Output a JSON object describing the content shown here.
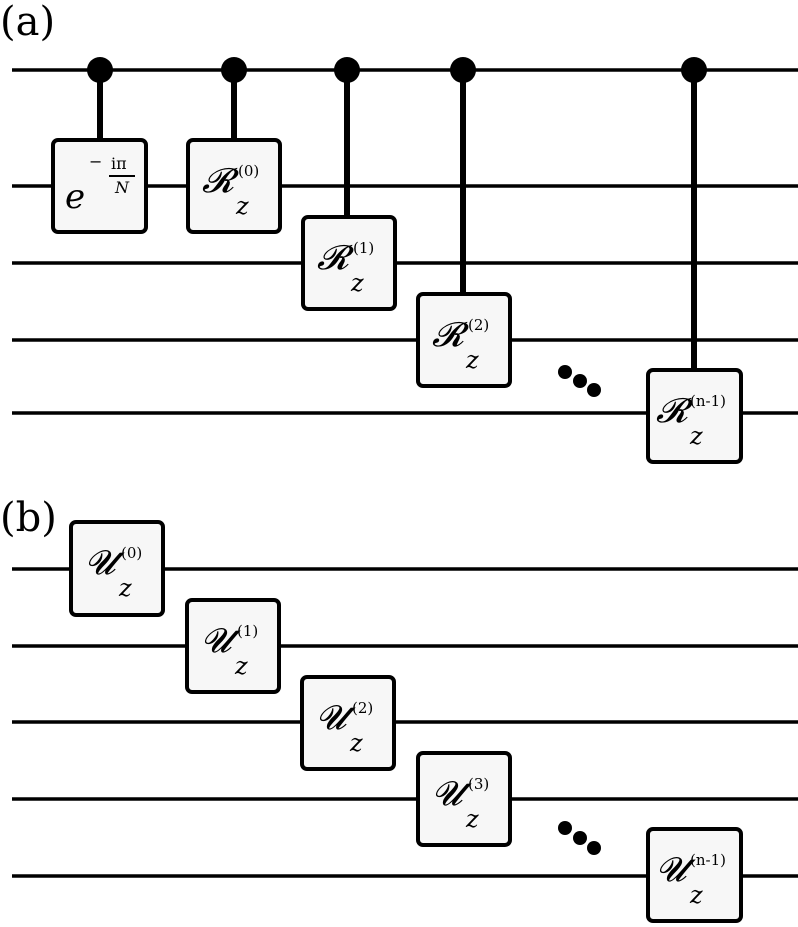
{
  "panel_a": {
    "label": "(a)",
    "gates": [
      {
        "main": "",
        "sub": "",
        "sup": "",
        "phase": {
          "base": "e",
          "num": "iπ",
          "den": "N",
          "prefix": "−"
        }
      },
      {
        "main": "𝓡",
        "sub": "z",
        "sup": "(0)"
      },
      {
        "main": "𝓡",
        "sub": "z",
        "sup": "(1)"
      },
      {
        "main": "𝓡",
        "sub": "z",
        "sup": "(2)"
      },
      {
        "main": "𝓡",
        "sub": "z",
        "sup": "(n-1)"
      }
    ]
  },
  "panel_b": {
    "label": "(b)",
    "gates": [
      {
        "main": "𝓤",
        "sub": "z",
        "sup": "(0)"
      },
      {
        "main": "𝓤",
        "sub": "z",
        "sup": "(1)"
      },
      {
        "main": "𝓤",
        "sub": "z",
        "sup": "(2)"
      },
      {
        "main": "𝓤",
        "sub": "z",
        "sup": "(3)"
      },
      {
        "main": "𝓤",
        "sub": "z",
        "sup": "(n-1)"
      }
    ]
  }
}
